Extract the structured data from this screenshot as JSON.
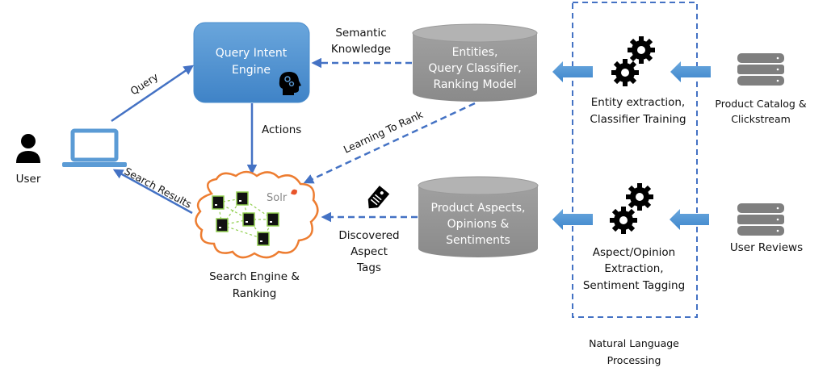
{
  "diagram": {
    "user": {
      "label": "User",
      "icon": "person-icon"
    },
    "laptop": {
      "icon": "laptop-icon"
    },
    "query_intent_engine": {
      "line1": "Query Intent",
      "line2": "Engine",
      "icon": "brain-gears-head-icon",
      "color": "#5b9bd5"
    },
    "search_engine": {
      "line1": "Search Engine &",
      "line2": "Ranking",
      "logo_text": "Solr",
      "icon": "cloud-icon",
      "outline_color": "#ed7d31"
    },
    "store_models": {
      "line1": "Entities,",
      "line2": "Query Classifier,",
      "line3": "Ranking Model",
      "color": "#8c8c8c"
    },
    "store_aspects": {
      "line1": "Product Aspects,",
      "line2": "Opinions &",
      "line3": "Sentiments",
      "color": "#8c8c8c"
    },
    "nlp": {
      "title_line1": "Natural Language",
      "title_line2": "Processing",
      "entity": {
        "line1": "Entity extraction,",
        "line2": "Classifier Training",
        "icon": "gears-icon"
      },
      "aspect": {
        "line1": "Aspect/Opinion",
        "line2": "Extraction,",
        "line3": "Sentiment Tagging",
        "icon": "gears-icon"
      }
    },
    "sources": {
      "catalog": {
        "line1": "Product Catalog &",
        "line2": "Clickstream",
        "icon": "database-icon"
      },
      "reviews": {
        "line1": "User Reviews",
        "icon": "database-icon"
      }
    },
    "edges": {
      "query": "Query",
      "search_results": "Search Results",
      "actions": "Actions",
      "semantic_line1": "Semantic",
      "semantic_line2": "Knowledge",
      "learning_to_rank": "Learning To Rank",
      "aspect_tags_line1": "Discovered",
      "aspect_tags_line2": "Aspect",
      "aspect_tags_line3": "Tags"
    },
    "colors": {
      "arrow": "#4472c4",
      "block_arrow": "#5b9bd5",
      "node_fill": "#111111",
      "node_border": "#92d050"
    }
  }
}
